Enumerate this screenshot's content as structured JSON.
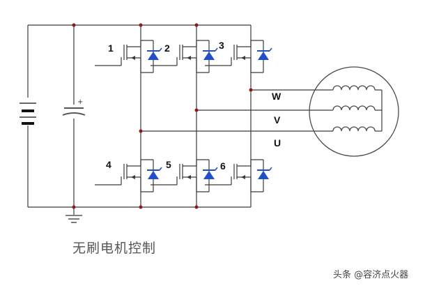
{
  "switch_labels": [
    "1",
    "2",
    "3",
    "4",
    "5",
    "6"
  ],
  "phase_labels": {
    "w": "W",
    "v": "V",
    "u": "U"
  },
  "caption": "无刷电机控制",
  "capacitor_polarity": "+",
  "watermark": "头条 @容济点火器",
  "colors": {
    "wire": "#3a3a3a",
    "diode": "#1f4fc9",
    "junction": "#8b1a1a",
    "caption": "#555555"
  }
}
